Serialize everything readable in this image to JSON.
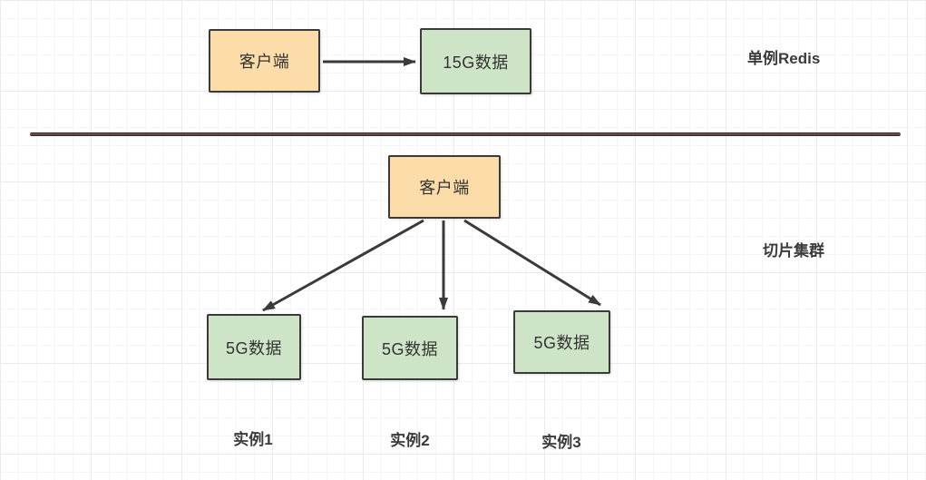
{
  "diagram": {
    "sections": [
      {
        "name": "single-redis",
        "label": "单例Redis",
        "nodes": [
          {
            "id": "client-top",
            "label": "客户端",
            "type": "client"
          },
          {
            "id": "data-15g",
            "label": "15G数据",
            "type": "data"
          }
        ]
      },
      {
        "name": "sliced-cluster",
        "label": "切片集群",
        "nodes": [
          {
            "id": "client-bottom",
            "label": "客户端",
            "type": "client"
          },
          {
            "id": "shard-1",
            "label": "5G数据",
            "type": "data",
            "caption": "实例1"
          },
          {
            "id": "shard-2",
            "label": "5G数据",
            "type": "data",
            "caption": "实例2"
          },
          {
            "id": "shard-3",
            "label": "5G数据",
            "type": "data",
            "caption": "实例3"
          }
        ]
      }
    ]
  },
  "colors": {
    "client_fill": "#fcdca8",
    "data_fill": "#cde5c6",
    "node_border": "#3a3a3a",
    "arrow_color": "#3a3a3a",
    "divider_color": "#3a2727",
    "text_color": "#333333",
    "label_color": "#3b3b3b",
    "grid_minor": "#f6f6f6",
    "grid_major": "#ebebeb",
    "canvas_bg": "#ffffff"
  }
}
